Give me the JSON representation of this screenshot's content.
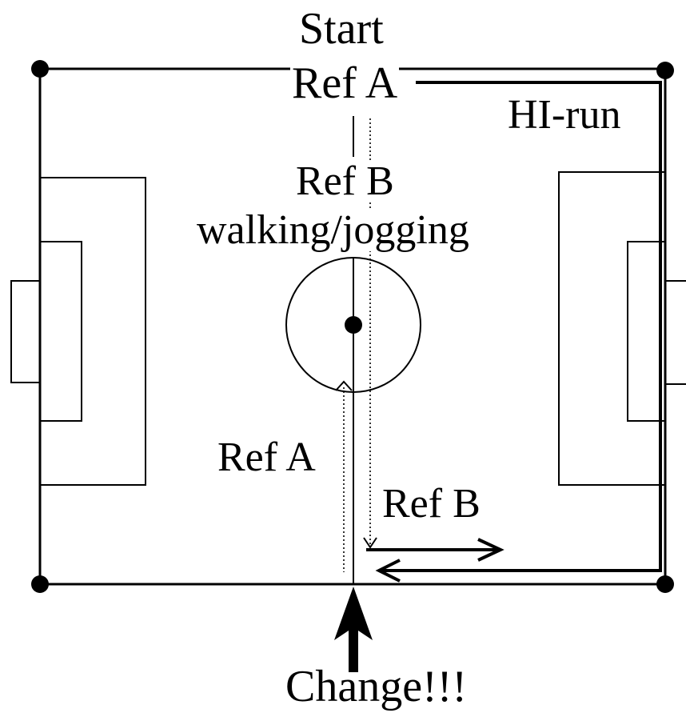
{
  "labels": {
    "start": "Start",
    "ref_a_top": "Ref A",
    "hi_run": "HI-run",
    "ref_b_mid": "Ref B",
    "walking_jogging": "walking/jogging",
    "ref_a_low": "Ref A",
    "ref_b_low": "Ref B",
    "change": "Change!!!"
  },
  "colors": {
    "line": "#000000",
    "background": "#ffffff"
  }
}
